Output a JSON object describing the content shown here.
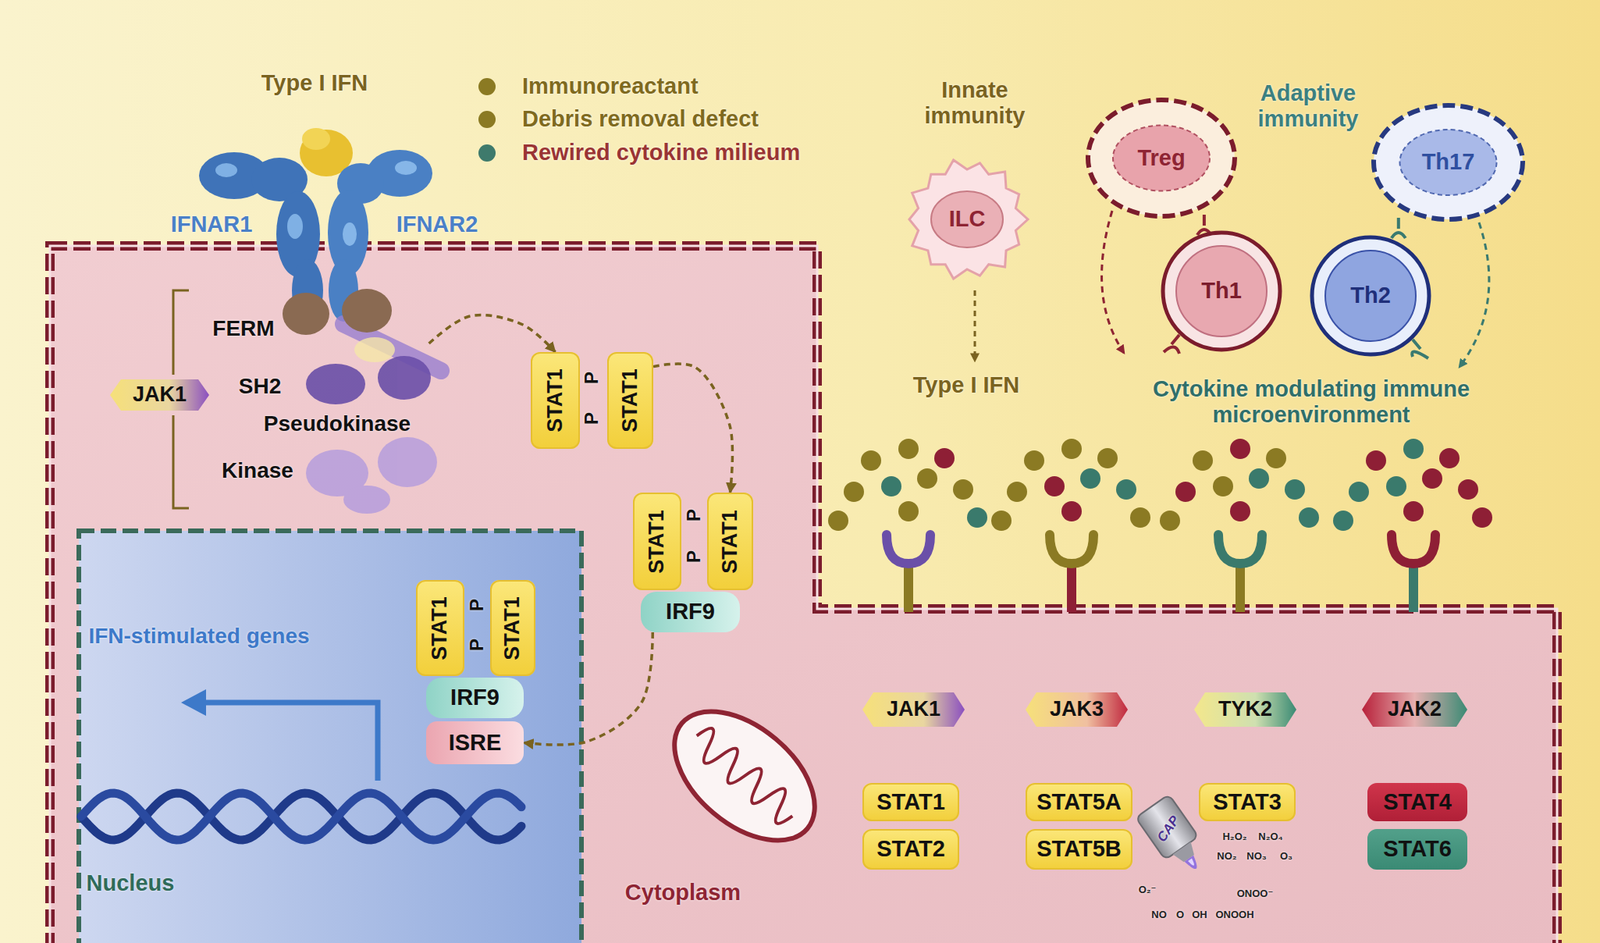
{
  "diagram": {
    "nodes": [
      {
        "text": [
          "IFNAR1",
          "IFNAR2"
        ]
      },
      {
        "text": [
          "Cytoplasm"
        ]
      },
      {
        "text": [
          "JAK1"
        ],
        "in": 1
      },
      {
        "text": [
          "STAT1"
        ],
        "in": 1
      },
      {
        "text": [
          "STAT1"
        ],
        "in": 1
      },
      {
        "text": [
          "STAT1"
        ],
        "in": 1
      },
      {
        "text": [
          "STAT1"
        ],
        "in": 1
      },
      {
        "text": [
          "IRF9"
        ],
        "in": 1
      },
      {
        "text": [
          "Nucleus"
        ],
        "in": 1
      },
      {
        "text": [
          "STAT1"
        ],
        "in": 8
      },
      {
        "text": [
          "STAT1"
        ],
        "in": 8
      },
      {
        "text": [
          "IRF9"
        ],
        "in": 8
      },
      {
        "text": [
          "ISRE"
        ],
        "in": 8
      },
      {
        "text": [
          "ILC"
        ]
      },
      {
        "text": [
          "Treg"
        ]
      },
      {
        "text": [
          "Th17"
        ]
      },
      {
        "text": [
          "Th1"
        ]
      },
      {
        "text": [
          "Th2"
        ]
      },
      {
        "text": [
          "JAK1"
        ],
        "in": 1
      },
      {
        "text": [
          "JAK3"
        ],
        "in": 1
      },
      {
        "text": [
          "TYK2"
        ],
        "in": 1
      },
      {
        "text": [
          "JAK2"
        ],
        "in": 1
      },
      {
        "text": [
          "STAT1"
        ],
        "in": 1
      },
      {
        "text": [
          "STAT2"
        ],
        "in": 1
      },
      {
        "text": [
          "STAT5A"
        ],
        "in": 1
      },
      {
        "text": [
          "STAT5B"
        ],
        "in": 1
      },
      {
        "text": [
          "STAT3"
        ],
        "in": 1
      },
      {
        "text": [
          "STAT4"
        ],
        "in": 1
      },
      {
        "text": [
          "STAT6"
        ],
        "in": 1
      }
    ],
    "edges": [
      {
        "from": 0,
        "to": 3,
        "arrow": "to"
      },
      {
        "from": 4,
        "to": 6,
        "arrow": "to"
      },
      {
        "from": 7,
        "to": 12,
        "arrow": "to"
      }
    ],
    "labels": [
      "Type I IFN",
      "Innate immunity",
      "Adaptive immunity",
      "FERM",
      "SH2",
      "Pseudokinase",
      "Kinase",
      "P",
      "P",
      "P",
      "P",
      "P",
      "P",
      "IFN-stimulated genes",
      "Type I IFN",
      "Cytokine modulating immune microenvironment",
      "CAP",
      "O₂⁻",
      "H₂O₂",
      "N₂O₄",
      "NO₂",
      "O₃",
      "NO₃",
      "NO",
      "O",
      "OH",
      "ONOOH",
      "ONOO⁻"
    ],
    "legend": [
      {
        "text": "Immunoreactant",
        "color": "#8b7a23"
      },
      {
        "text": "Debris removal defect",
        "color": "#8b7a23"
      },
      {
        "text": "Rewired cytokine milieum",
        "color": "#3e7a6c"
      }
    ]
  }
}
